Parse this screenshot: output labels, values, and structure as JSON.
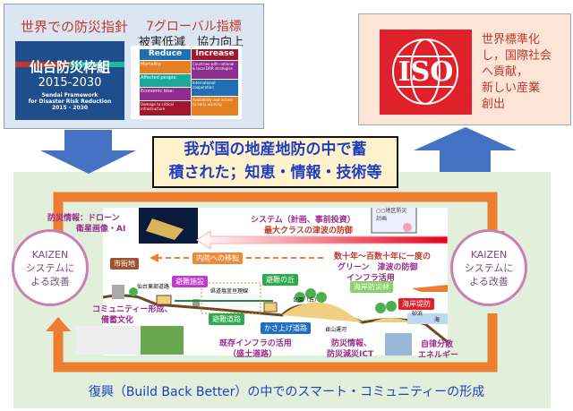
{
  "top_left": {
    "title": "世界での防災指針",
    "indicators_title": "7グローバル指標",
    "indicators_sub": "被害低減　協力向上",
    "sendai_cover": {
      "title": "仙台防災枠組",
      "years": "2015-2030",
      "en1": "Sendai Framework",
      "en2": "for Disaster Risk Reduction",
      "en3": "2015 - 2030"
    },
    "targets": {
      "reduce": "Reduce",
      "increase": "Increase",
      "left": [
        "Mortality:",
        "Affected people:",
        "Economic loss:",
        "Damage to critical infrastructure"
      ],
      "right": [
        "Countries with national & local DRR strategies",
        "International cooperation",
        "Availability and access to early warning"
      ]
    }
  },
  "top_right": {
    "logo": "ISO",
    "text": [
      "世界標準化",
      "し，国際社会",
      "へ貢献，",
      "新しい産業",
      "創出"
    ]
  },
  "center_box": {
    "line1": "我が国の地産地防の中で蓄",
    "line2": "積された；知恵・情報・技術等"
  },
  "kaizen_left": {
    "l1": "KAIZEN",
    "l2": "システムに",
    "l3": "よる改善"
  },
  "kaizen_right": {
    "l1": "KAIZEN",
    "l2": "システムに",
    "l3": "よる改善"
  },
  "diagram": {
    "drone_info": "防災情報：ドローン",
    "satellite": "衛星画像・AI",
    "system1": "システム（計画、事前投資）",
    "system2": "最大クラスの津波の防御",
    "plan_board": "○○地区防災計画",
    "tsunami1": "数十年〜百数十年に一度の",
    "tsunami2": "グリーン　津波の防御",
    "tsunami3": "インフラ活用",
    "relocation": "内陸への移転",
    "city": "市街地",
    "sendai_road": "仙台東部道路",
    "evac_facility": "避難施設",
    "pref_road": "県道塩釜亘理線",
    "evac_hill": "避難の丘",
    "park": "公園（丘）",
    "coastal_forest": "海岸防災林",
    "seawall": "海岸堤防",
    "beach": "砂浜",
    "sea": "海",
    "canal": "貞山運河",
    "evac_road": "避難道路",
    "raised_road": "かさ上げ道路",
    "community1": "コミュニティー形成、",
    "community2": "備蓄文化",
    "infra1": "既存インフラの活用",
    "infra2": "（盛土道路）",
    "ict1": "防災情報、",
    "ict2": "防災減災ICT",
    "energy1": "自律分散",
    "energy2": "エネルギー"
  },
  "bottom_title": "復興（Build Back Better）の中でのスマート・コミュニティーの形成",
  "colors": {
    "blue_arrow": "#4472c4",
    "orange_loop": "#ed7d31",
    "green_bg": "#e2efda",
    "iso_red": "#e0202a",
    "title_blue": "#1f3fbf"
  }
}
